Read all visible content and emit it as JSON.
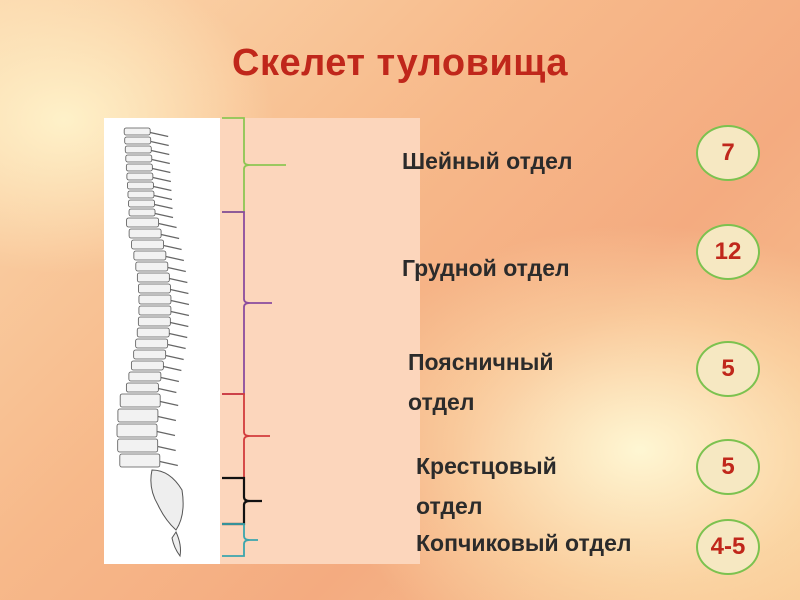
{
  "title": "Скелет туловища",
  "sections": [
    {
      "label": "Шейный отдел",
      "count": "7",
      "bracket_color": "#8dc653"
    },
    {
      "label": "Грудной отдел",
      "count": "12",
      "bracket_color": "#8a4c9e"
    },
    {
      "label": "Поясничный отдел",
      "count": "5",
      "bracket_color": "#d23c3c"
    },
    {
      "label": "Крестцовый отдел",
      "count": "5",
      "bracket_color": "#111111"
    },
    {
      "label": "Копчиковый отдел",
      "count": "4-5",
      "bracket_color": "#3ba5ad"
    }
  ]
}
